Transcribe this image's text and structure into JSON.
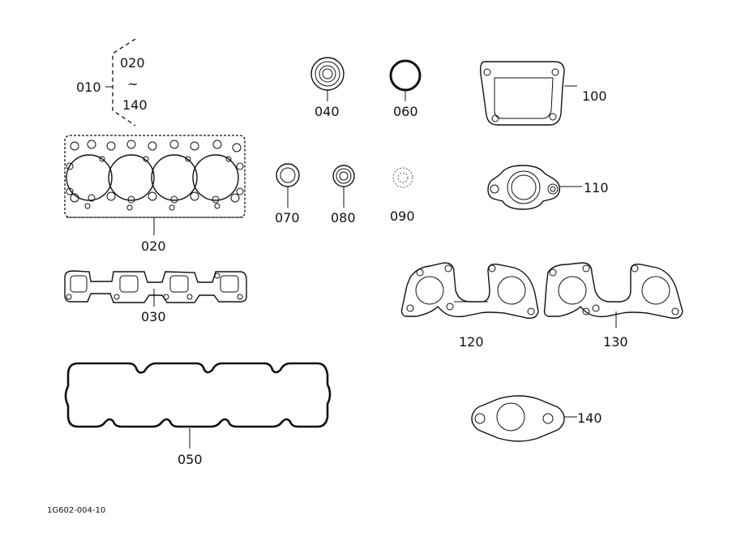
{
  "callouts": {
    "set": "010",
    "range_from": "020",
    "range_tilde": "~",
    "range_to": "140",
    "p020": "020",
    "p030": "030",
    "p040": "040",
    "p050": "050",
    "p060": "060",
    "p070": "070",
    "p080": "080",
    "p090": "090",
    "p100": "100",
    "p110": "110",
    "p120": "120",
    "p130": "130",
    "p140": "140"
  },
  "drawing_code": "1G602-004-10"
}
